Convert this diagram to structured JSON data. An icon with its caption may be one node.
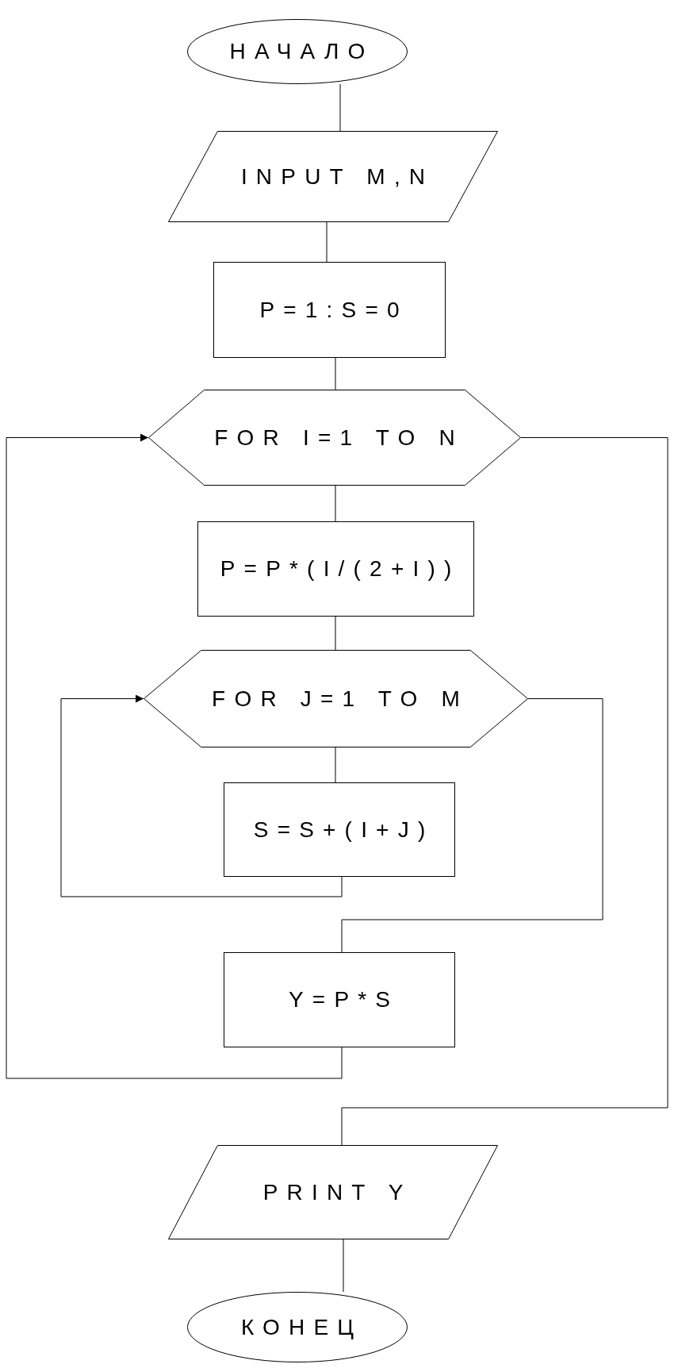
{
  "diagram": {
    "nodes": [
      {
        "text": [
          "НАЧАЛО"
        ]
      },
      {
        "text": [
          "INPUT M,N"
        ]
      },
      {
        "text": [
          "P=1:S=0"
        ]
      },
      {
        "text": [
          "FOR I=1 TO N"
        ]
      },
      {
        "text": [
          "P=P*(I/(2+I))"
        ]
      },
      {
        "text": [
          "FOR J=1 TO M"
        ]
      },
      {
        "text": [
          "S=S+(I+J)"
        ]
      },
      {
        "text": [
          "Y=P*S"
        ]
      },
      {
        "text": [
          "PRINT Y"
        ]
      },
      {
        "text": [
          "КОНЕЦ"
        ]
      }
    ],
    "edges": [
      {
        "from": 0,
        "to": 1,
        "arrow": "none"
      },
      {
        "from": 1,
        "to": 2,
        "arrow": "none"
      },
      {
        "from": 2,
        "to": 3,
        "arrow": "none"
      },
      {
        "from": 3,
        "to": 4,
        "arrow": "none"
      },
      {
        "from": 4,
        "to": 5,
        "arrow": "none"
      },
      {
        "from": 5,
        "to": 6,
        "arrow": "none"
      },
      {
        "from": 6,
        "to": 5,
        "arrow": "to"
      },
      {
        "from": 5,
        "to": 7,
        "arrow": "none"
      },
      {
        "from": 7,
        "to": 3,
        "arrow": "to"
      },
      {
        "from": 3,
        "to": 8,
        "arrow": "none"
      },
      {
        "from": 8,
        "to": 9,
        "arrow": "none"
      }
    ]
  }
}
